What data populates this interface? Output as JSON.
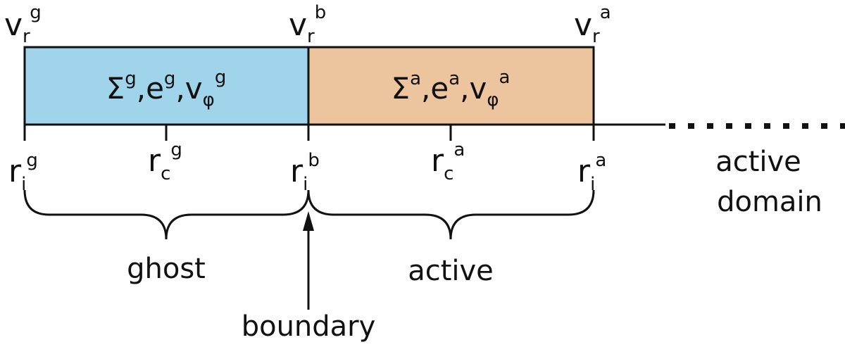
{
  "colors": {
    "ghost_cell": "#a0d4ea",
    "active_cell": "#ecc49e",
    "line": "#111111"
  },
  "top_labels": [
    {
      "base": "v",
      "sub": "r",
      "sup": "g"
    },
    {
      "base": "v",
      "sub": "r",
      "sup": "b"
    },
    {
      "base": "v",
      "sub": "r",
      "sup": "a"
    }
  ],
  "cells": {
    "ghost": {
      "s": "Σ",
      "s_sup": "g",
      "e": "e",
      "e_sup": "g",
      "v": "v",
      "v_sub": "φ",
      "v_sup": "g"
    },
    "active": {
      "s": "Σ",
      "s_sup": "a",
      "e": "e",
      "e_sup": "a",
      "v": "v",
      "v_sub": "φ",
      "v_sup": "a"
    }
  },
  "center_labels": [
    {
      "base": "r",
      "sub": "c",
      "sup": "g"
    },
    {
      "base": "r",
      "sub": "c",
      "sup": "a"
    }
  ],
  "interface_labels": [
    {
      "base": "r",
      "sub": "i",
      "sup": "g"
    },
    {
      "base": "r",
      "sub": "i",
      "sup": "b"
    },
    {
      "base": "r",
      "sub": "i",
      "sup": "a"
    }
  ],
  "words": {
    "ghost": "ghost",
    "active": "active",
    "boundary": "boundary",
    "active_domain_line1": "active",
    "active_domain_line2": "domain"
  }
}
